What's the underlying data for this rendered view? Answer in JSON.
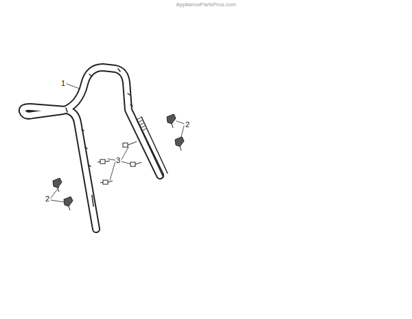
{
  "diagram": {
    "labels": [
      "AppliancePartsPros.com",
      "1",
      "3",
      "2",
      "2"
    ]
  }
}
